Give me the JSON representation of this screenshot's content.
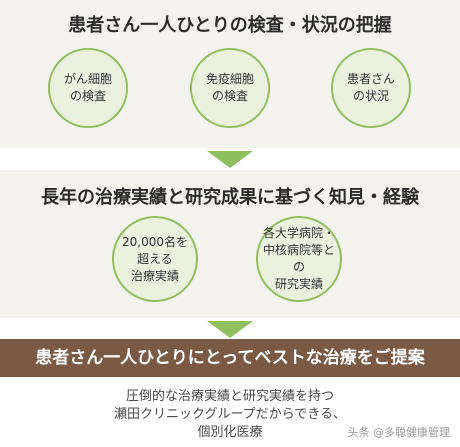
{
  "step1": {
    "heading": "患者さん一人ひとりの検査・状況の把握",
    "items": [
      {
        "lines": [
          "がん細胞",
          "の検査"
        ]
      },
      {
        "lines": [
          "免疫細胞",
          "の検査"
        ]
      },
      {
        "lines": [
          "患者さん",
          "の状況"
        ]
      }
    ]
  },
  "step2": {
    "heading": "長年の治療実績と研究成果に基づく知見・経験",
    "items": [
      {
        "lines": [
          "20,000名を",
          "超える",
          "治療実績"
        ]
      },
      {
        "lines": [
          "各大学病院・",
          "中核病院等との",
          "研究実績"
        ]
      }
    ]
  },
  "result": {
    "banner": "患者さん一人ひとりにとってベストな治療をご提案",
    "summary_lines": [
      "圧倒的な治療実績と研究実績を持つ",
      "瀬田クリニックグループだからできる、",
      "個別化医療"
    ]
  },
  "watermark": "头条 @多聪健康管理",
  "colors": {
    "panel_bg": "#f4f3ef",
    "circle_fill": "#eaf1df",
    "accent_green": "#8fbf5e",
    "banner_brown": "#7b5a45"
  }
}
